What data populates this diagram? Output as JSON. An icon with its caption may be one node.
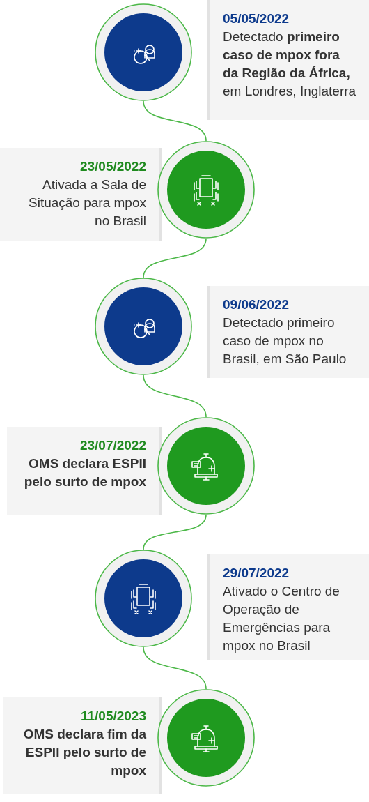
{
  "diagram": {
    "nodes": [
      {
        "text": [],
        "shape": "circle"
      },
      {
        "text": [
          "05/05/2022",
          "Detectado **primeiro caso de mpox fora da Região da África,** em Londres, Inglaterra"
        ]
      },
      {
        "text": [
          "23/05/2022",
          "Ativada a Sala de Situação para mpox no Brasil"
        ]
      },
      {
        "text": [],
        "shape": "circle"
      },
      {
        "text": [],
        "shape": "circle"
      },
      {
        "text": [
          "09/06/2022",
          "Detectado primeiro caso de mpox no Brasil, em São Paulo"
        ]
      },
      {
        "text": [
          "23/07/2022",
          "OMS declara ESPII pelo surto de mpox"
        ]
      },
      {
        "text": [],
        "shape": "circle"
      },
      {
        "text": [],
        "shape": "circle"
      },
      {
        "text": [
          "29/07/2022",
          "Ativado o Centro de Operação de Emergências para mpox no Brasil"
        ]
      },
      {
        "text": [
          "11/05/2023",
          "OMS declara fim da ESPII pelo surto de mpox"
        ]
      },
      {
        "text": [],
        "shape": "circle"
      }
    ],
    "edges": [
      {
        "from": 0,
        "to": 3,
        "arrow": "none"
      },
      {
        "from": 3,
        "to": 4,
        "arrow": "none"
      },
      {
        "from": 4,
        "to": 7,
        "arrow": "none"
      },
      {
        "from": 7,
        "to": 8,
        "arrow": "none"
      },
      {
        "from": 8,
        "to": 11,
        "arrow": "none"
      }
    ]
  }
}
